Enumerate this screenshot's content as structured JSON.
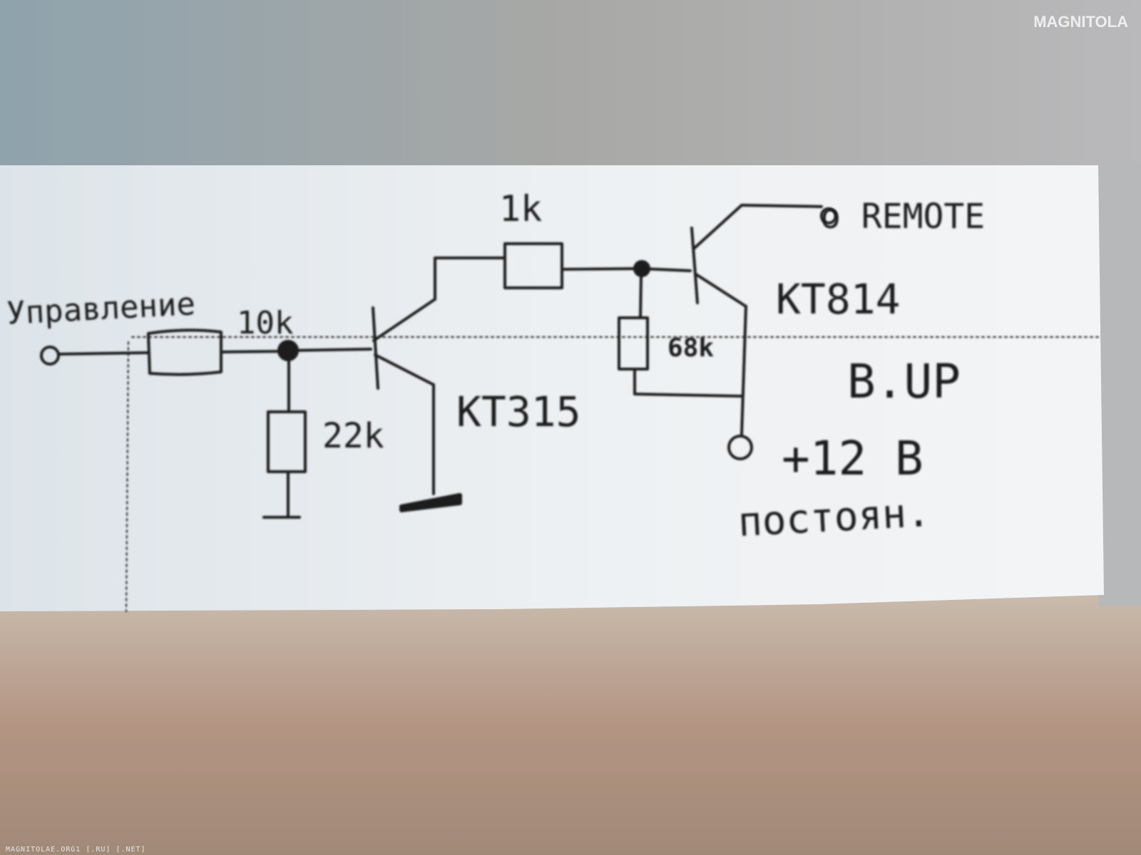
{
  "watermark": {
    "logo_text": "MAGNITOLA",
    "footer": "MAGNITOLAE.ORG1 [.RU] [.NET]"
  },
  "schematic": {
    "input_label": "Управление",
    "resistors": {
      "r_input": "10k",
      "r_pulldown": "22k",
      "r_base": "1k",
      "r_bias": "68k"
    },
    "transistors": {
      "q1": "KT315",
      "q2": "KT814"
    },
    "outputs": {
      "remote": "o REMOTE",
      "bup": "B.UP",
      "supply": "+12 B",
      "supply_note": "постоян."
    }
  }
}
